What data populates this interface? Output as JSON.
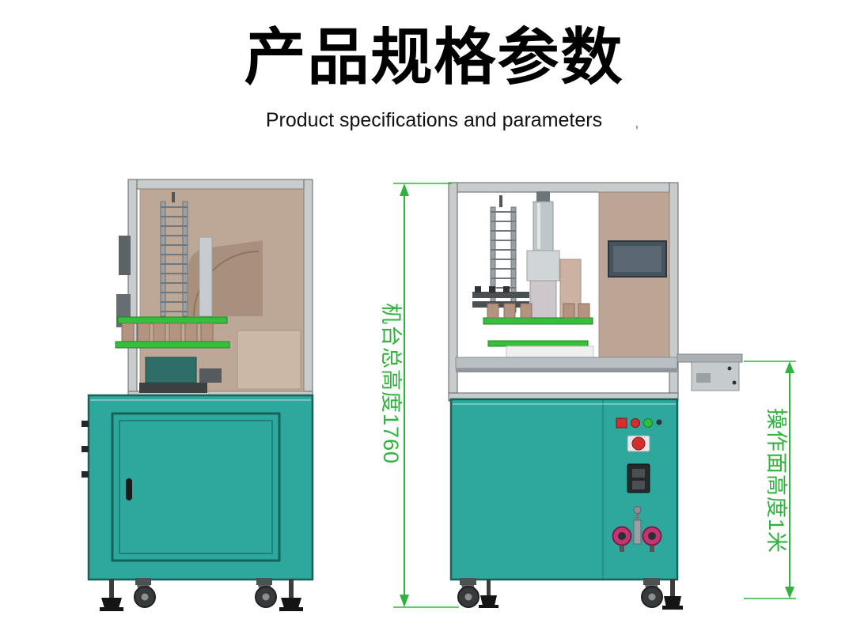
{
  "header": {
    "title": "产品规格参数",
    "subtitle": "Product specifications and parameters"
  },
  "annotations": {
    "machine_total_height": "机台总高度1760",
    "work_surface_height": "操作面高度1米",
    "stray_mark": "'"
  },
  "colors": {
    "cabinet_teal": "#2ea79c",
    "cabinet_edge": "#17635c",
    "dimension_green": "#2fb33c",
    "panel_brown": "#b59c89",
    "disc_green": "#35bf3b",
    "frame_gray": "#c9cccd",
    "button_red": "#d32f2f",
    "indicator_green": "#2fbf3a",
    "gauge_pink": "#c23472"
  }
}
